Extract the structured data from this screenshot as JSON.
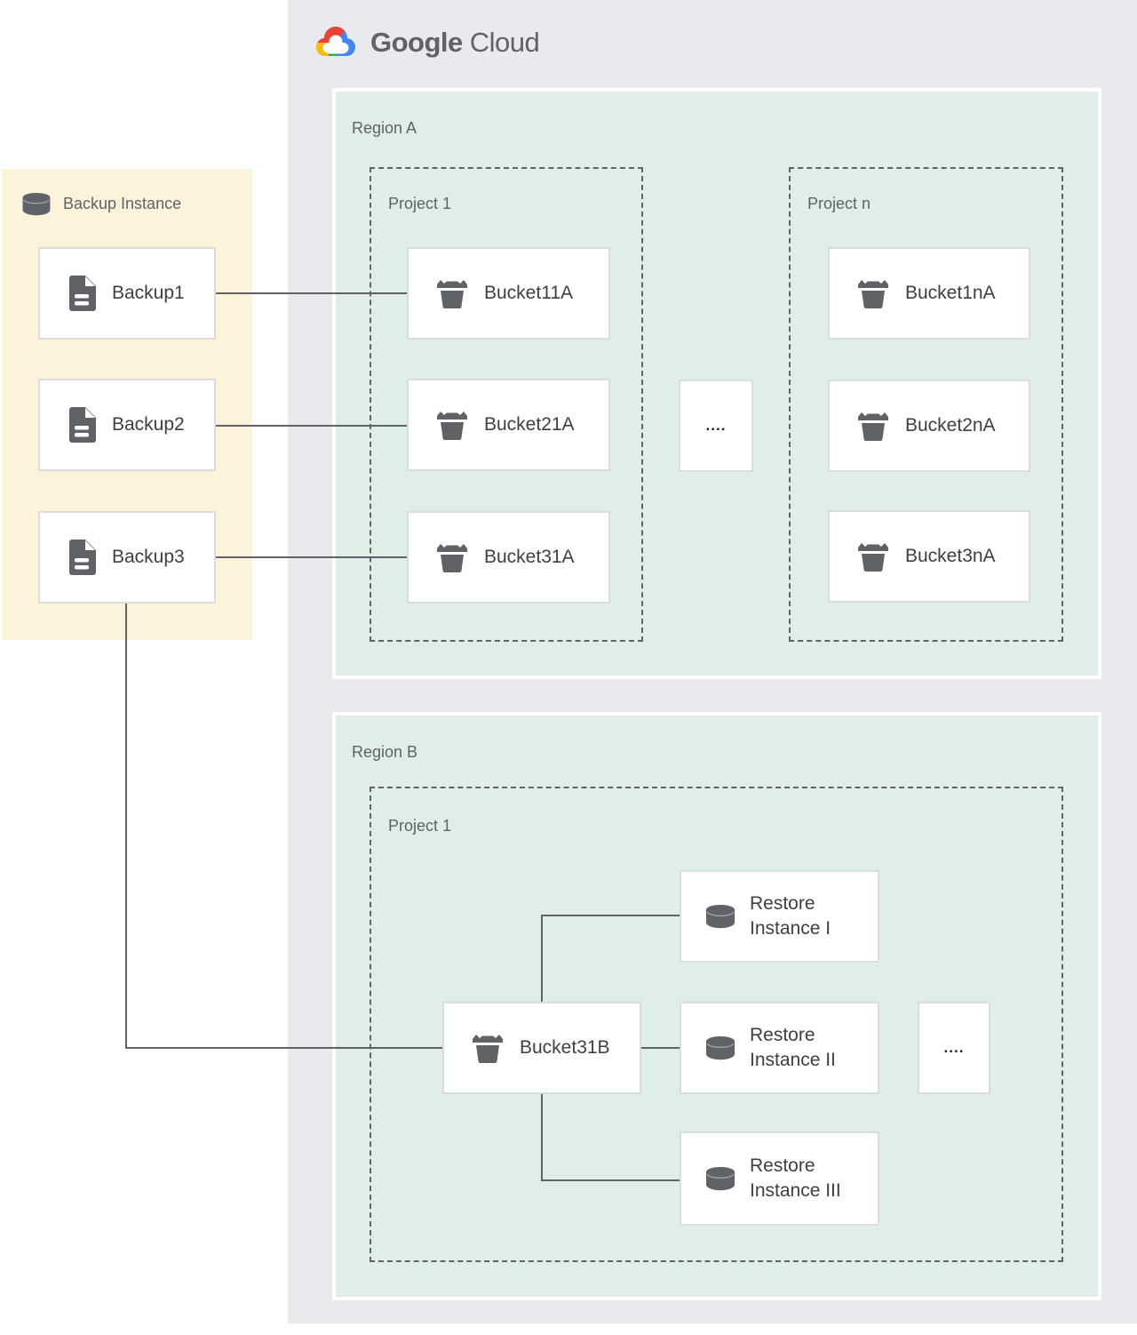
{
  "logo": {
    "brand": "Google",
    "product": "Cloud"
  },
  "backup_panel": {
    "title": "Backup Instance",
    "items": [
      {
        "label": "Backup1"
      },
      {
        "label": "Backup2"
      },
      {
        "label": "Backup3"
      }
    ]
  },
  "region_a": {
    "label": "Region A",
    "project_1": {
      "label": "Project 1",
      "buckets": [
        {
          "label": "Bucket11A"
        },
        {
          "label": "Bucket21A"
        },
        {
          "label": "Bucket31A"
        }
      ]
    },
    "ellipsis": "....",
    "project_n": {
      "label": "Project n",
      "buckets": [
        {
          "label": "Bucket1nA"
        },
        {
          "label": "Bucket2nA"
        },
        {
          "label": "Bucket3nA"
        }
      ]
    }
  },
  "region_b": {
    "label": "Region B",
    "project_1": {
      "label": "Project 1",
      "bucket": {
        "label": "Bucket31B"
      },
      "restore_instances": [
        {
          "line1": "Restore",
          "line2": "Instance I"
        },
        {
          "line1": "Restore",
          "line2": "Instance II"
        },
        {
          "line1": "Restore",
          "line2": "Instance III"
        }
      ],
      "ellipsis": "...."
    }
  },
  "colors": {
    "gcp_panel_bg": "#E8EAED",
    "region_bg": "#DFEEE6",
    "backup_panel_bg": "#FBF4DB",
    "node_border": "#DADCE0",
    "connector": "#5F6368",
    "label_gray": "#5F6368",
    "label_dark": "#3C4043",
    "icon_gray": "#5F6368",
    "logo_blue": "#4285F4",
    "logo_red": "#EA4335",
    "logo_yellow": "#FBBC05",
    "logo_green": "#34A853"
  }
}
